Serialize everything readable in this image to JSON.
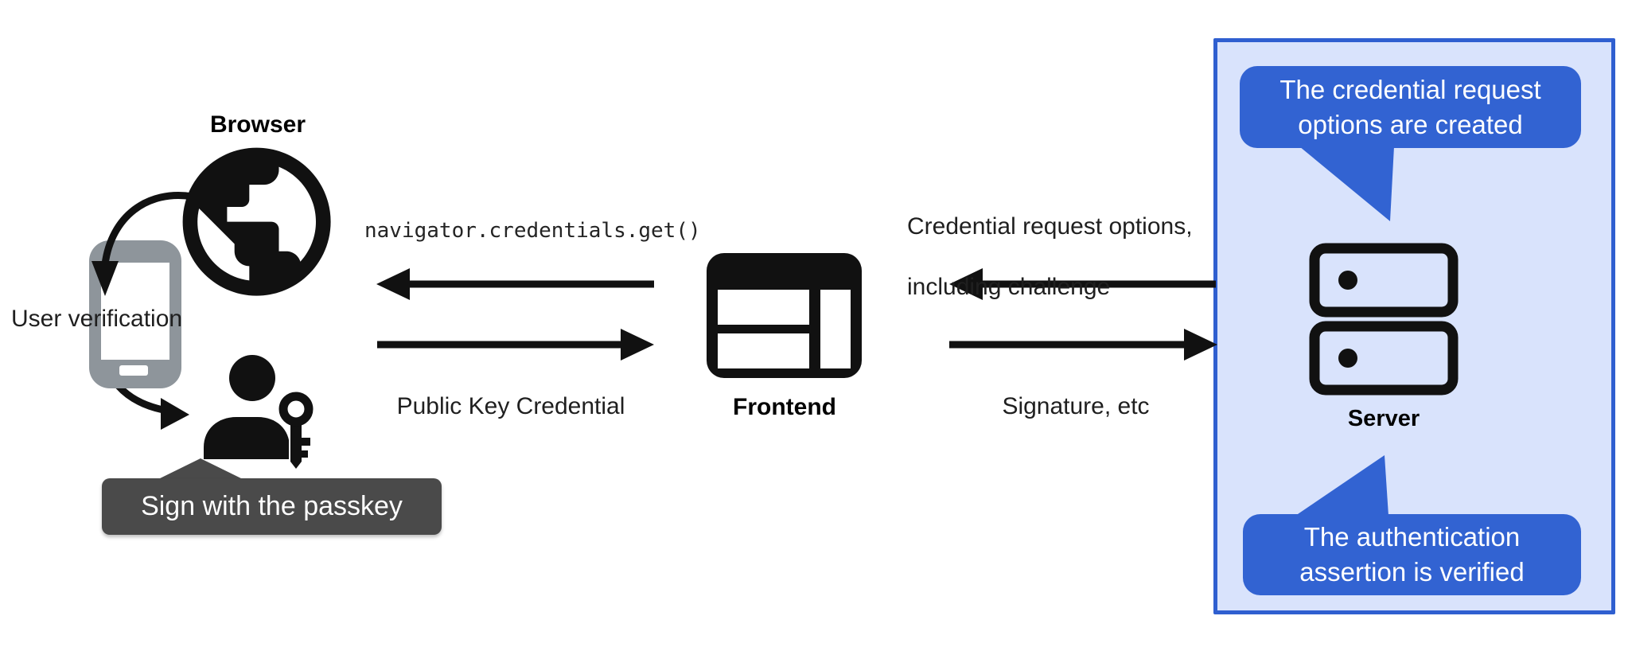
{
  "labels": {
    "browser": "Browser",
    "user_verification": "User verification",
    "sign_with_passkey": "Sign with the passkey",
    "api_call": "navigator.credentials.get()",
    "public_key_credential": "Public Key Credential",
    "frontend": "Frontend",
    "credential_request_options_line1": "Credential request options,",
    "credential_request_options_line2": "including challenge",
    "signature": "Signature, etc",
    "server": "Server"
  },
  "server_panel": {
    "bubble_top_line1": "The credential request",
    "bubble_top_line2": "options are created",
    "bubble_bottom_line1": "The authentication",
    "bubble_bottom_line2": "assertion is verified"
  },
  "icons": {
    "globe": "globe-icon",
    "smartphone": "smartphone-icon",
    "person": "person-icon",
    "key": "key-icon",
    "browser_window": "browser-window-icon",
    "server": "server-icon",
    "arrows": [
      "arrow-globe-to-phone",
      "arrow-phone-to-person",
      "arrow-frontend-to-browser",
      "arrow-browser-to-frontend",
      "arrow-server-to-frontend",
      "arrow-frontend-to-server"
    ]
  },
  "colors": {
    "accent_blue": "#3263d2",
    "panel_background": "#d9e3fc",
    "panel_border": "#2f5fd0",
    "tooltip_background": "#4a4a4a",
    "phone_gray": "#8e959b",
    "icon_black": "#111111",
    "text": "#1f1f1f",
    "bubble_text": "#ffffff"
  }
}
